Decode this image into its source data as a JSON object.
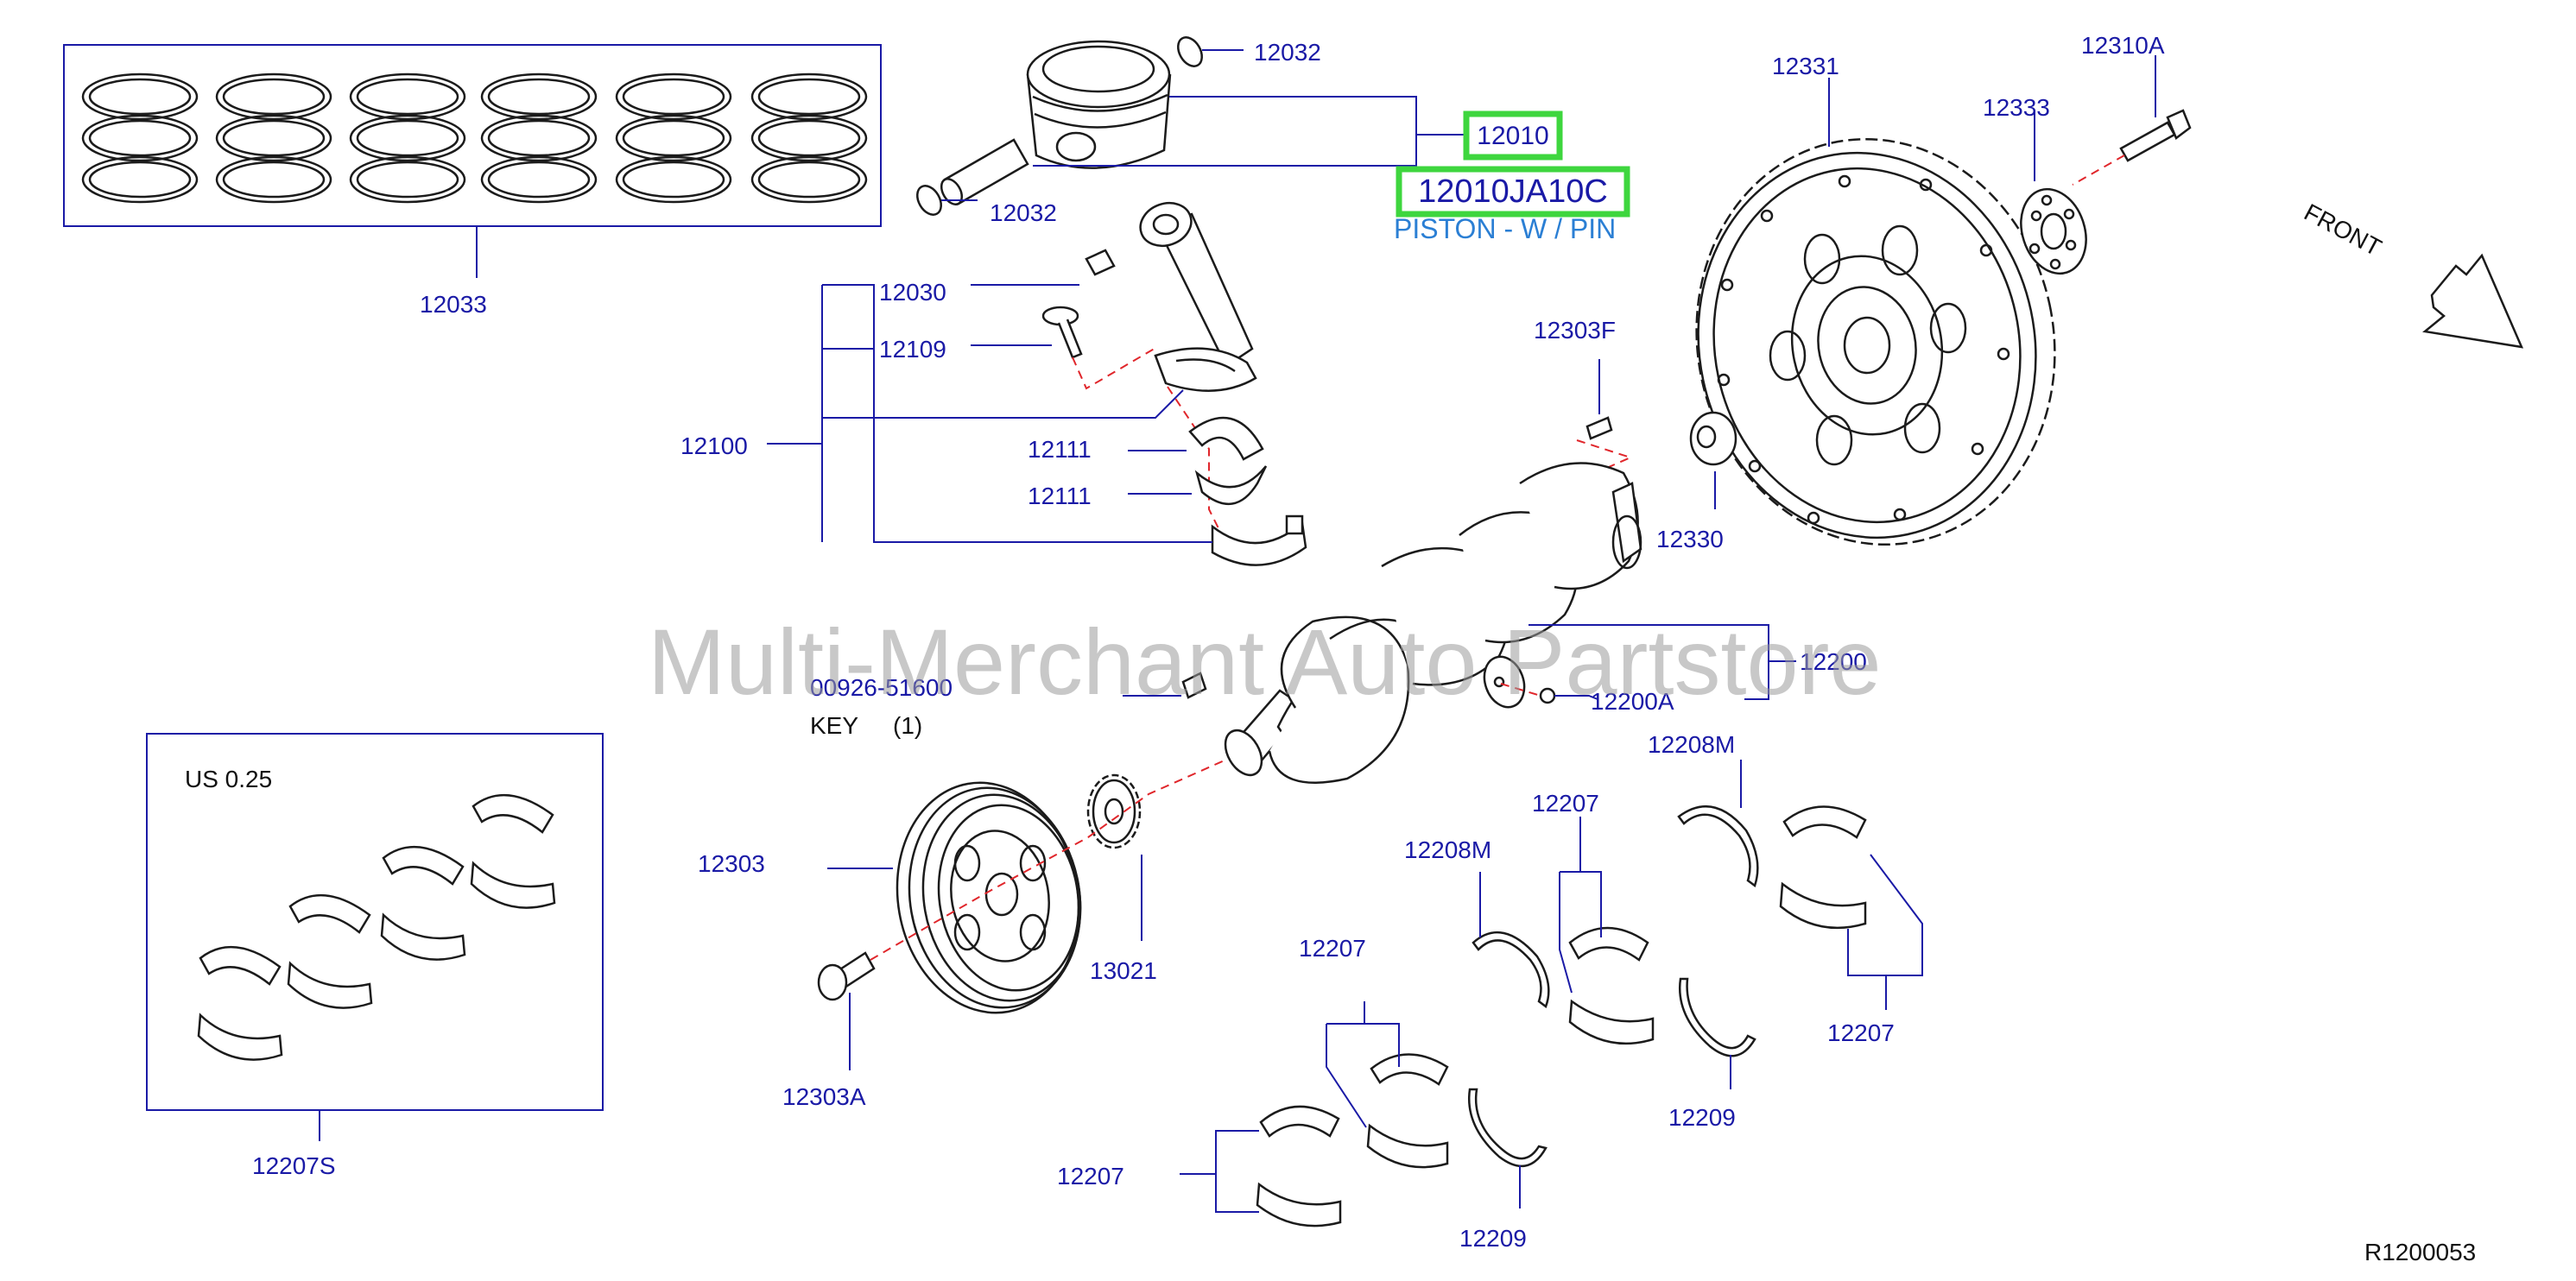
{
  "diagram": {
    "watermark": "Multi-Merchant Auto Partstore",
    "drawing_id": "R1200053",
    "direction_label": "FRONT",
    "highlight": {
      "part_number": "12010",
      "catalog_number": "12010JA10C",
      "description": "PISTON - W / PIN"
    },
    "undersize_note": "US   0.25",
    "key_label": "KEY",
    "key_qty": "(1)",
    "callouts": {
      "c12032a": "12032",
      "c12032b": "12032",
      "c12033": "12033",
      "c12030": "12030",
      "c12109": "12109",
      "c12100": "12100",
      "c12111a": "12111",
      "c12111b": "12111",
      "c12331": "12331",
      "c12310A": "12310A",
      "c12333": "12333",
      "c12303F": "12303F",
      "c12330": "12330",
      "c12200": "12200",
      "c12200A": "12200A",
      "c00926": "00926-51600",
      "c12208Ma": "12208M",
      "c12208Mb": "12208M",
      "c12207a": "12207",
      "c12207b": "12207",
      "c12207c": "12207",
      "c12207d": "12207",
      "c12303": "12303",
      "c13021": "13021",
      "c12303A": "12303A",
      "c12207S": "12207S",
      "c12209a": "12209",
      "c12209b": "12209"
    }
  }
}
